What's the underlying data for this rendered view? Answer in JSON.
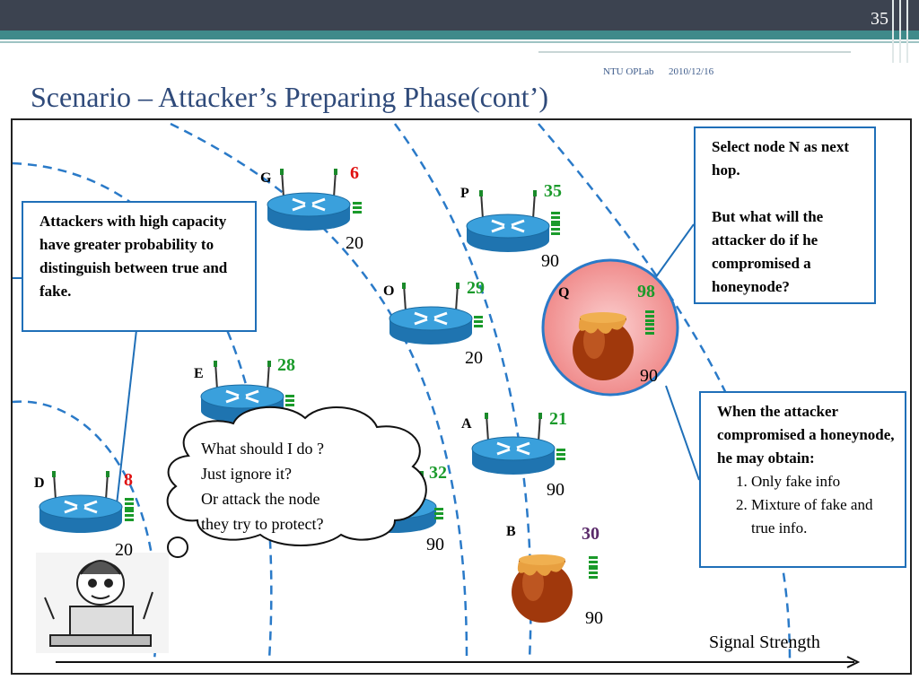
{
  "slide": {
    "number": "35",
    "org": "NTU OPLab",
    "date": "2010/12/16",
    "title": "Scenario – Attacker’s Preparing Phase(cont’)"
  },
  "nodes": {
    "G": {
      "label": "G",
      "value": "6",
      "distance": "20"
    },
    "P": {
      "label": "P",
      "value": "35",
      "distance": "90"
    },
    "O": {
      "label": "O",
      "value": "29",
      "distance": "20"
    },
    "Q": {
      "label": "Q",
      "value": "98",
      "distance": "90"
    },
    "E": {
      "label": "E",
      "value": "28"
    },
    "A": {
      "label": "A",
      "value": "21",
      "distance": "90"
    },
    "D": {
      "label": "D",
      "value": "8",
      "distance": "20"
    },
    "X": {
      "value": "32",
      "distance": "90"
    },
    "B": {
      "label": "B",
      "value": "30",
      "distance": "90"
    }
  },
  "callouts": {
    "left": "Attackers with high capacity have greater probability to distinguish between true and fake.",
    "top_right_1": "Select node N as next hop.",
    "top_right_2": "But what will the attacker do if he compromised a honeynode?",
    "bottom_right_intro": "When the attacker compromised a honeynode, he may obtain:",
    "bottom_right_items": [
      "Only fake info",
      "Mixture of fake and true info."
    ]
  },
  "thought": {
    "line1": "What should I do ?",
    "line2": "Just ignore it?",
    "line3": "Or attack the node",
    "line4": "they try to protect?"
  },
  "axis_label": "Signal Strength",
  "colors": {
    "router": "#2a8fd0",
    "callout_border": "#1f6fb8",
    "honeypot_glow": "#f4a0a0"
  }
}
